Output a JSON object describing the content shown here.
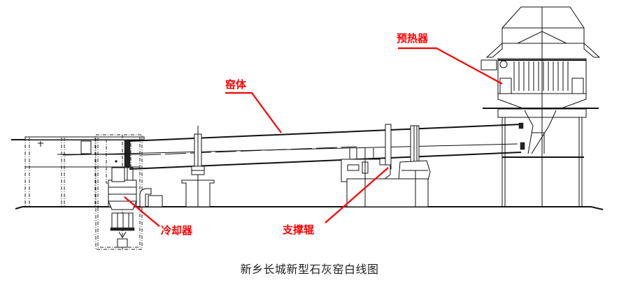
{
  "labels": {
    "preheater": "预热器",
    "kiln_body": "窑体",
    "cooler": "冷却器",
    "support_roller": "支撑辊"
  },
  "caption": "新乡长城新型石灰窑白线图",
  "colors": {
    "label": "#ff0000",
    "line": "#111111",
    "caption": "#222222",
    "background": "#ffffff"
  }
}
